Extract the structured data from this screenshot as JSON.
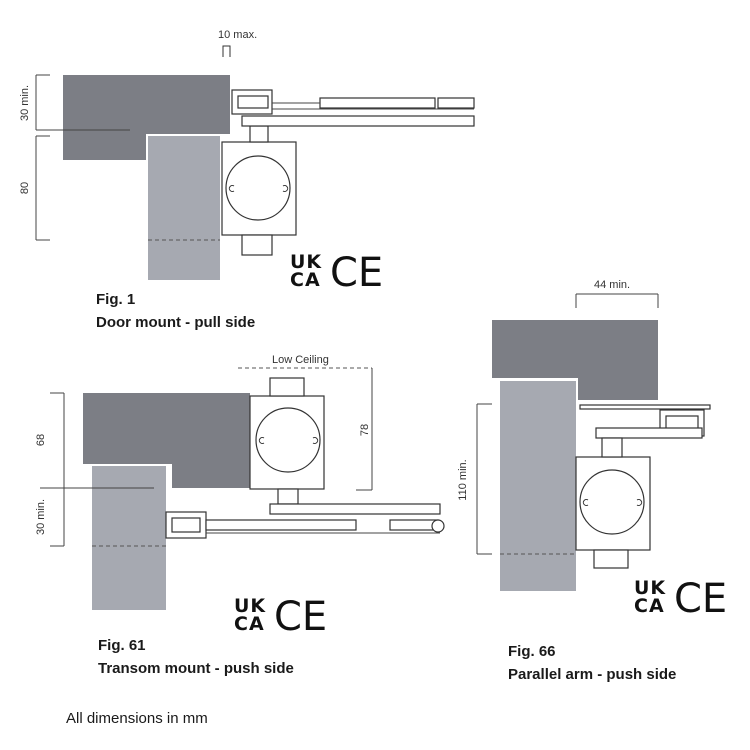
{
  "colors": {
    "frame": "#7c7e85",
    "door": "#a6a9b1"
  },
  "fig1": {
    "title": "Fig. 1",
    "subtitle": "Door mount - pull side",
    "dim_top": "10 max.",
    "dim_30": "30 min.",
    "dim_80": "80"
  },
  "fig61": {
    "title": "Fig. 61",
    "subtitle": "Transom mount - push side",
    "low_ceiling": "Low Ceiling",
    "dim_68": "68",
    "dim_30": "30 min.",
    "dim_78": "78"
  },
  "fig66": {
    "title": "Fig. 66",
    "subtitle": "Parallel arm - push side",
    "dim_44": "44 min.",
    "dim_110": "110 min."
  },
  "marks": {
    "uk": "UK",
    "ca": "CA",
    "ce": "CE"
  },
  "footer": "All dimensions in mm"
}
